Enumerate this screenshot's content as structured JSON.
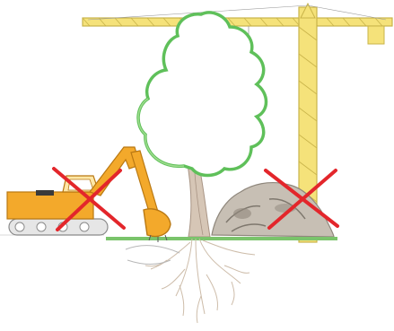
{
  "illustration": {
    "colors": {
      "background": "#ffffff",
      "crane": "#f5e27a",
      "crane_outline": "#c9b44a",
      "tree_canopy_outline": "#5fc05a",
      "tree_trunk": "#c9b6a6",
      "ground_line": "#7ac46b",
      "excavator_body": "#f3a92b",
      "excavator_track": "#d9d9d9",
      "soil_pile": "#b7aea2",
      "roots": "#d8c9b8",
      "no_mark": "#e3262b"
    },
    "elements": [
      "tower-crane",
      "tree",
      "tree-roots",
      "ground-line",
      "excavator",
      "soil-pile",
      "cross-mark-excavator",
      "cross-mark-soil-pile"
    ]
  }
}
